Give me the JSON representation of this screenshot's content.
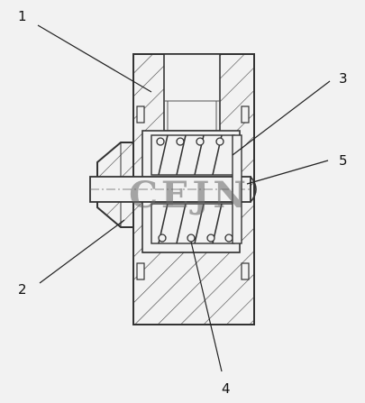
{
  "callouts": [
    {
      "label": "1"
    },
    {
      "label": "2"
    },
    {
      "label": "3"
    },
    {
      "label": "4"
    },
    {
      "label": "5"
    }
  ],
  "watermark": {
    "text": "CEJN"
  },
  "colors": {
    "line": "#333333",
    "background": "#f2f2f2",
    "watermark": "#666666"
  }
}
